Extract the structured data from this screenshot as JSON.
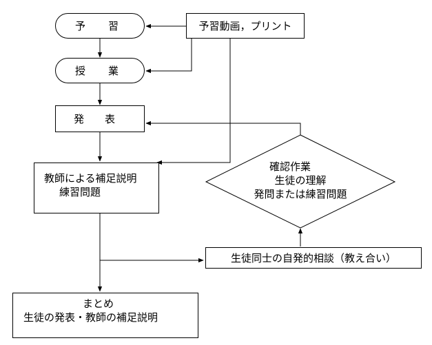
{
  "nodes": {
    "yoshu": "予　習",
    "jugyo": "授　業",
    "happyo": "発　表",
    "materials": "予習動画，プリント",
    "teacher_line1": "教師による補足説明",
    "teacher_line2": "練習問題",
    "check_line1": "確認作業",
    "check_line2": "生徒の理解",
    "check_line3": "発問または練習問題",
    "peer": "生徒同士の自発的相談（教え合い）",
    "summary_line1": "まとめ",
    "summary_line2": "生徒の発表・教師の補足説明"
  }
}
